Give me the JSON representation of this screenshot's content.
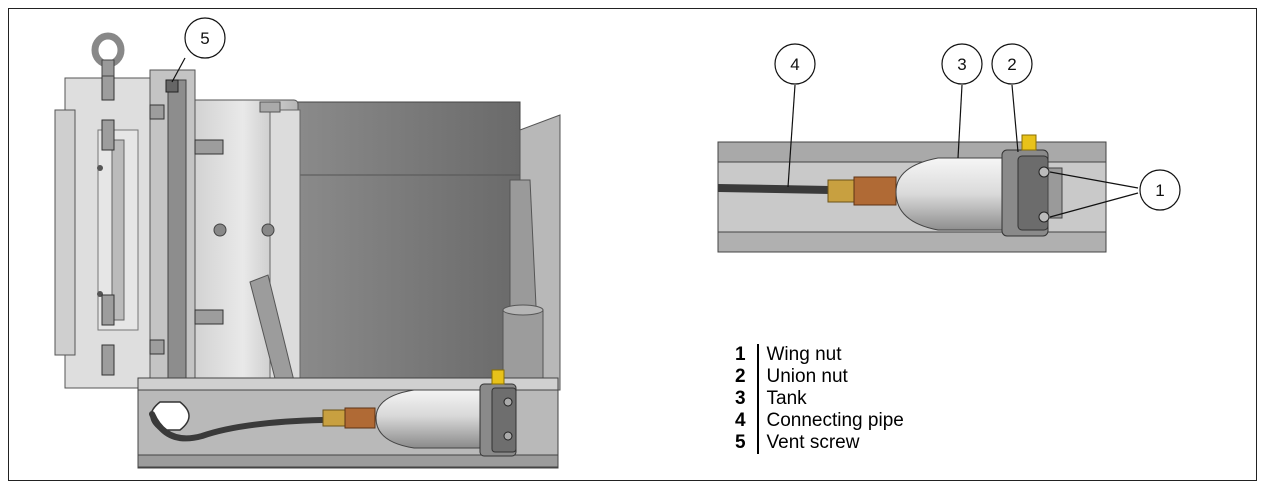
{
  "figure": {
    "left_callouts": [
      "5"
    ],
    "right_callouts": [
      "4",
      "3",
      "2",
      "1"
    ]
  },
  "legend": [
    {
      "num": "1",
      "text": "Wing nut"
    },
    {
      "num": "2",
      "text": "Union nut"
    },
    {
      "num": "3",
      "text": "Tank"
    },
    {
      "num": "4",
      "text": "Connecting pipe"
    },
    {
      "num": "5",
      "text": "Vent screw"
    }
  ],
  "colors": {
    "metal_light": "#d9d9d9",
    "metal_mid": "#a8a8a8",
    "metal_dark": "#6f6f6f",
    "hose": "#3a3a3a",
    "brass": "#c8a040",
    "copper": "#b06a35",
    "cap_yellow": "#e8c21a"
  }
}
